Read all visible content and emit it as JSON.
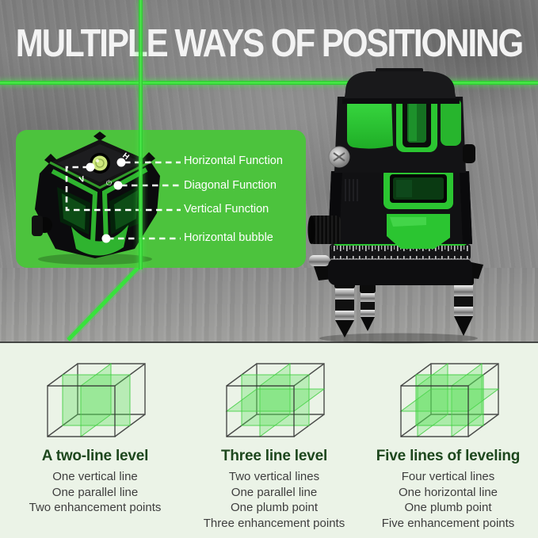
{
  "title": "MULTIPLE WAYS OF POSITIONING",
  "callout_panel": {
    "labels": [
      "Horizontal Function",
      "Diagonal Function",
      "Vertical Function",
      "Horizontal bubble"
    ]
  },
  "mini_device_icons": {
    "horizontal_icon": "H",
    "vertical_icon": "V",
    "power_icon": "⏻"
  },
  "levels": [
    {
      "heading": "A two-line level",
      "features": [
        "One vertical line",
        "One parallel line",
        "Two enhancement points"
      ]
    },
    {
      "heading": "Three line level",
      "features": [
        "Two vertical lines",
        "One parallel line",
        "One plumb point",
        "Three enhancement points"
      ]
    },
    {
      "heading": "Five lines of leveling",
      "features": [
        "Four vertical lines",
        "One horizontal line",
        "One plumb point",
        "Five enhancement points"
      ]
    }
  ],
  "colors": {
    "laser_green": "#38e23c",
    "panel_green": "#4cc33d",
    "device_green": "#2bc531",
    "title_white": "#f3f3f3",
    "heading_green": "#1d471d",
    "body_text": "#3e3e3e",
    "bottom_bg": "#ebf3e7",
    "wall_gray": "#8a8a8a"
  }
}
